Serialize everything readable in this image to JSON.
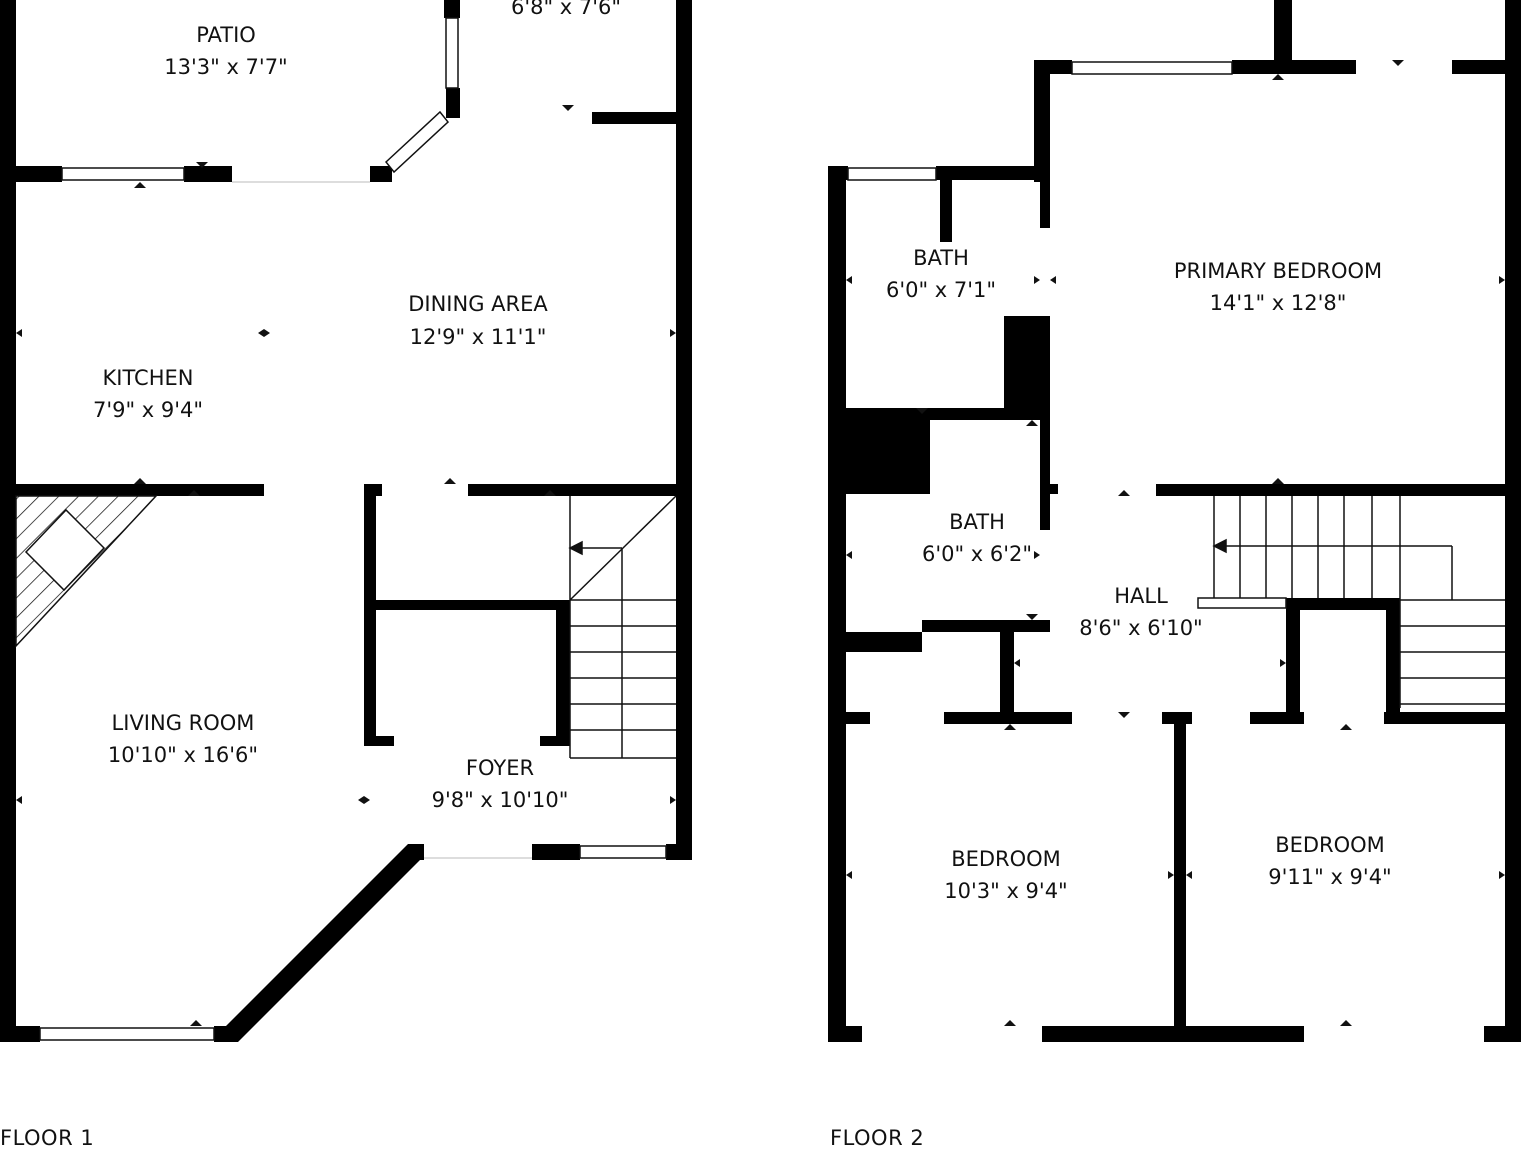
{
  "floors": [
    {
      "label": "FLOOR 1",
      "rooms": [
        {
          "name": "PATIO",
          "dims": "13'3\" x 7'7\""
        },
        {
          "name": "",
          "dims": "6'8\" x 7'6\""
        },
        {
          "name": "DINING AREA",
          "dims": "12'9\" x 11'1\""
        },
        {
          "name": "KITCHEN",
          "dims": "7'9\" x 9'4\""
        },
        {
          "name": "LIVING ROOM",
          "dims": "10'10\" x 16'6\""
        },
        {
          "name": "FOYER",
          "dims": "9'8\" x 10'10\""
        }
      ]
    },
    {
      "label": "FLOOR 2",
      "rooms": [
        {
          "name": "BATH",
          "dims": "6'0\" x 7'1\""
        },
        {
          "name": "PRIMARY BEDROOM",
          "dims": "14'1\" x 12'8\""
        },
        {
          "name": "BATH",
          "dims": "6'0\" x 6'2\""
        },
        {
          "name": "HALL",
          "dims": "8'6\" x 6'10\""
        },
        {
          "name": "BEDROOM",
          "dims": "10'3\" x 9'4\""
        },
        {
          "name": "BEDROOM",
          "dims": "9'11\" x 9'4\""
        }
      ]
    }
  ]
}
